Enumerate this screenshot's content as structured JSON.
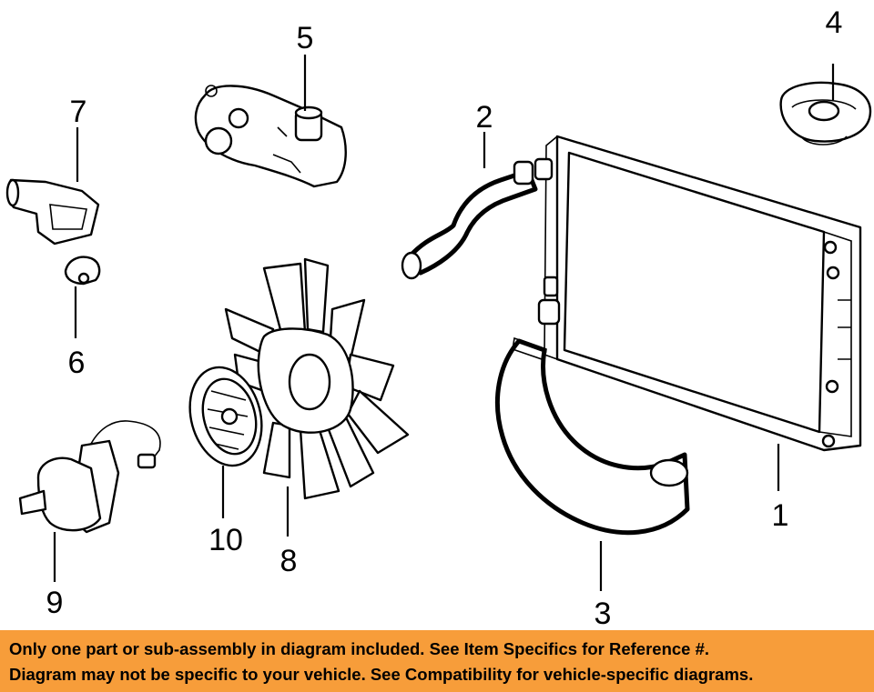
{
  "callouts": [
    {
      "id": "1",
      "label": "1"
    },
    {
      "id": "2",
      "label": "2"
    },
    {
      "id": "3",
      "label": "3"
    },
    {
      "id": "4",
      "label": "4"
    },
    {
      "id": "5",
      "label": "5"
    },
    {
      "id": "6",
      "label": "6"
    },
    {
      "id": "7",
      "label": "7"
    },
    {
      "id": "8",
      "label": "8"
    },
    {
      "id": "9",
      "label": "9"
    },
    {
      "id": "10",
      "label": "10"
    }
  ],
  "banner": {
    "line1": "Only one part or sub-assembly in diagram included. See Item Specifics for Reference #.",
    "line2": "Diagram may not be specific to your vehicle. See Compatibility for vehicle-specific diagrams.",
    "color": "#f79d3a"
  }
}
